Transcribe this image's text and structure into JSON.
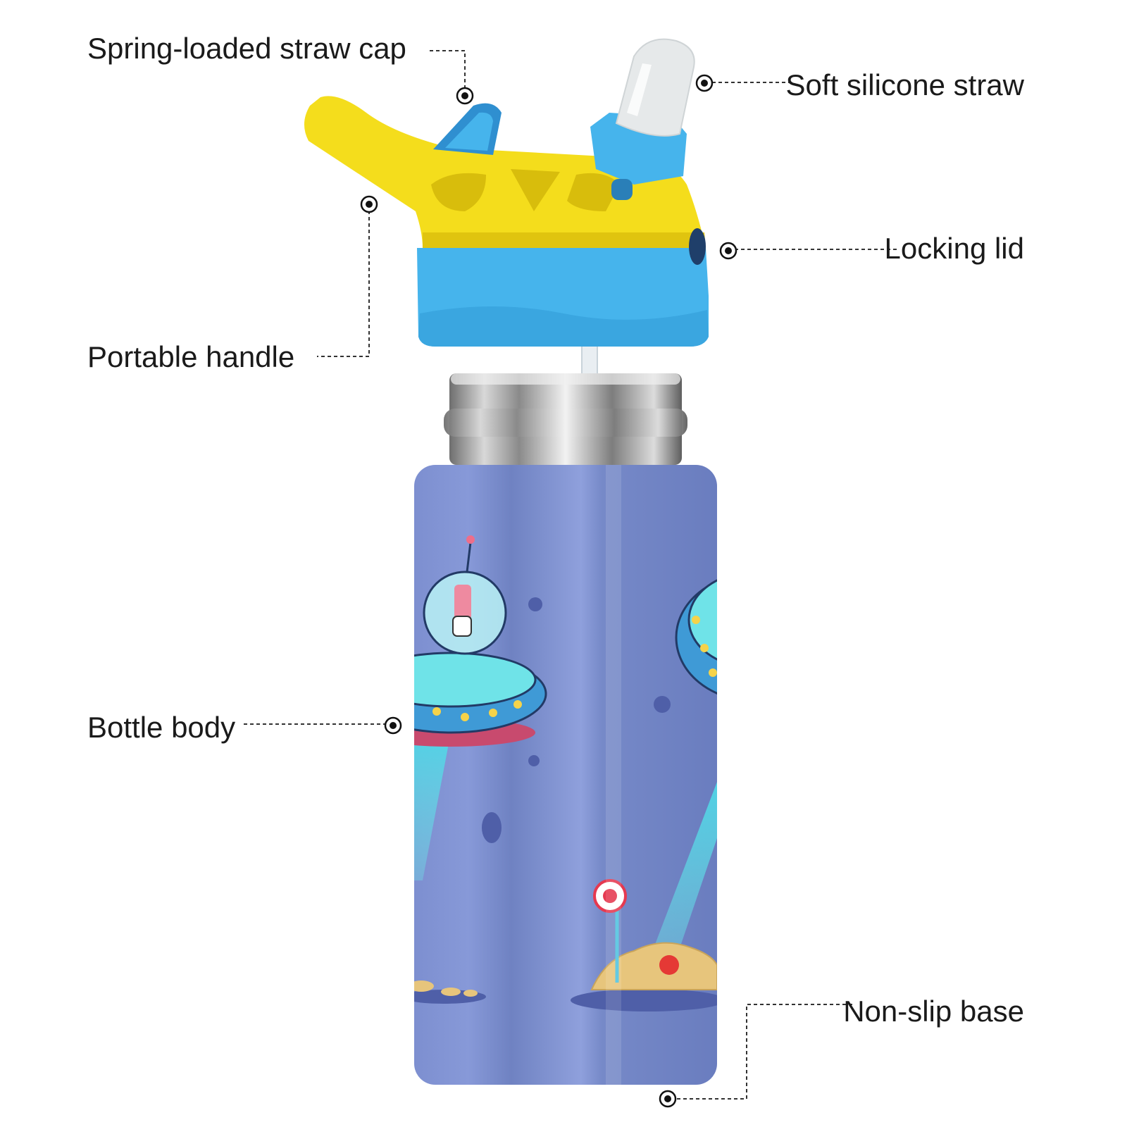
{
  "colors": {
    "bottle_body": "#6f82c2",
    "bottle_body_shade": "#5f70b0",
    "lid_yellow": "#f4dd1c",
    "lid_blue": "#46b4ec",
    "steel": "#c8c8c8",
    "ufo_cyan": "#6fe3e8",
    "ufo_blue": "#3f9ad6",
    "sand": "#e7c57c"
  },
  "callouts": [
    {
      "id": "cap",
      "label": "Spring-loaded straw cap",
      "icon": "target-dot-icon"
    },
    {
      "id": "straw",
      "label": "Soft silicone straw",
      "icon": "target-dot-icon"
    },
    {
      "id": "lid",
      "label": "Locking lid",
      "icon": "target-dot-icon"
    },
    {
      "id": "handle",
      "label": "Portable handle",
      "icon": "target-dot-icon"
    },
    {
      "id": "body",
      "label": "Bottle body",
      "icon": "target-dot-icon"
    },
    {
      "id": "base",
      "label": "Non-slip base",
      "icon": "target-dot-icon"
    }
  ]
}
